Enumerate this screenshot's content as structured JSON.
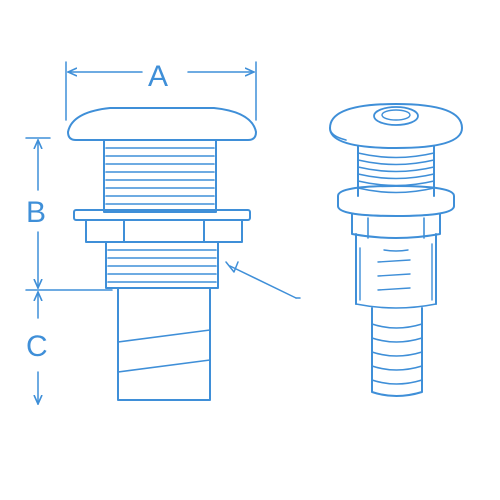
{
  "colors": {
    "stroke": "#3f8fd8",
    "fill": "#ffffff",
    "background": "#ffffff"
  },
  "labels": {
    "a": "A",
    "b": "B",
    "c": "C"
  }
}
